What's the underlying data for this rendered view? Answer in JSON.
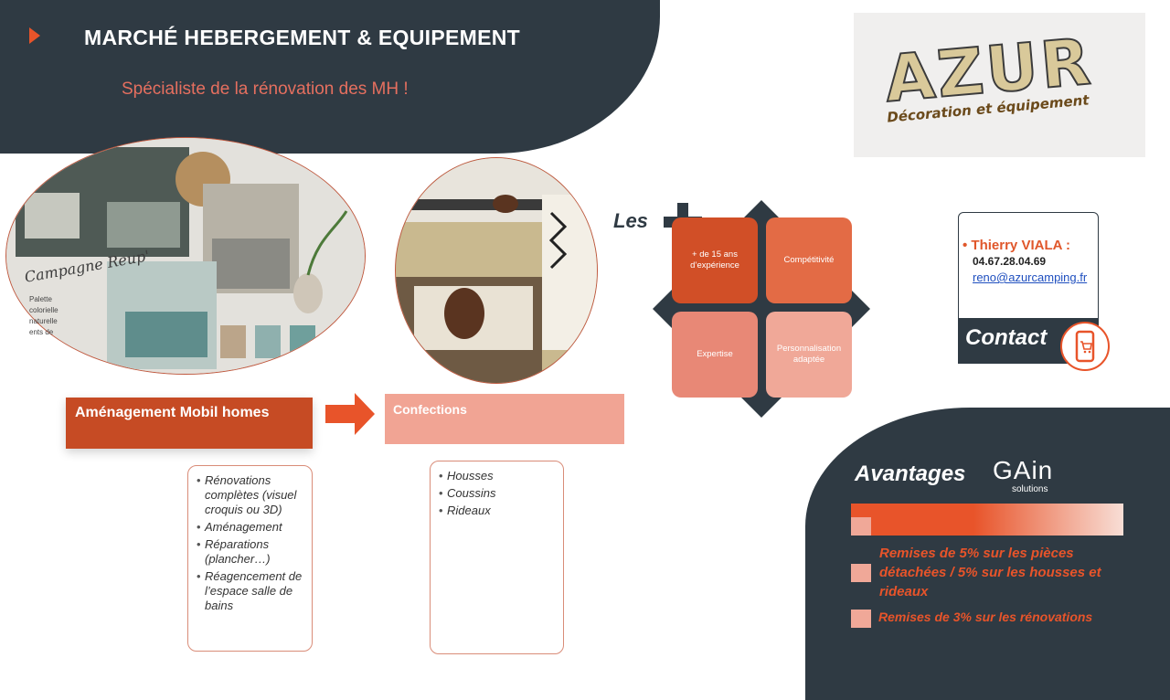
{
  "header": {
    "title": "MARCHÉ HEBERGEMENT & EQUIPEMENT",
    "subtitle": "Spécialiste de la rénovation des MH !"
  },
  "logo": {
    "text": "AZUR",
    "tagline": "Décoration et équipement"
  },
  "photo_left": {
    "handwritten": "Campagne Reup'",
    "caption_lines": [
      "Palette",
      "colorielle",
      "naturelle",
      "ents de"
    ]
  },
  "labels": {
    "amenagement": "Aménagement Mobil homes",
    "confections": "Confections"
  },
  "amenagement_list": [
    "Rénovations complètes (visuel croquis ou 3D)",
    "Aménagement",
    "Réparations (plancher…)",
    "Réagencement de l’espace salle de bains"
  ],
  "confections_list": [
    "Housses",
    "Coussins",
    "Rideaux"
  ],
  "plus": {
    "heading": "Les",
    "tiles": [
      "+ de 15 ans d’expérience",
      "Compétitivité",
      "Expertise",
      "Personnalisation adaptée"
    ],
    "colors": [
      "#d14f27",
      "#e36b45",
      "#e88876",
      "#f0a898"
    ]
  },
  "contact": {
    "name": "Thierry VIALA :",
    "phone": "04.67.28.04.69",
    "email": "reno@azurcamping.fr",
    "label": "Contact",
    "icon": "shopping-cart-icon"
  },
  "advantages": {
    "title": "Avantages",
    "brand": "GAin",
    "brand_sub": "solutions",
    "items": [
      "Remises de 5% sur les pièces détachées / 5% sur les  housses et rideaux",
      "Remises de 3% sur les rénovations"
    ]
  },
  "colors": {
    "dark": "#2f3a43",
    "accent": "#e8542a",
    "subtitle": "#e56f5f"
  }
}
